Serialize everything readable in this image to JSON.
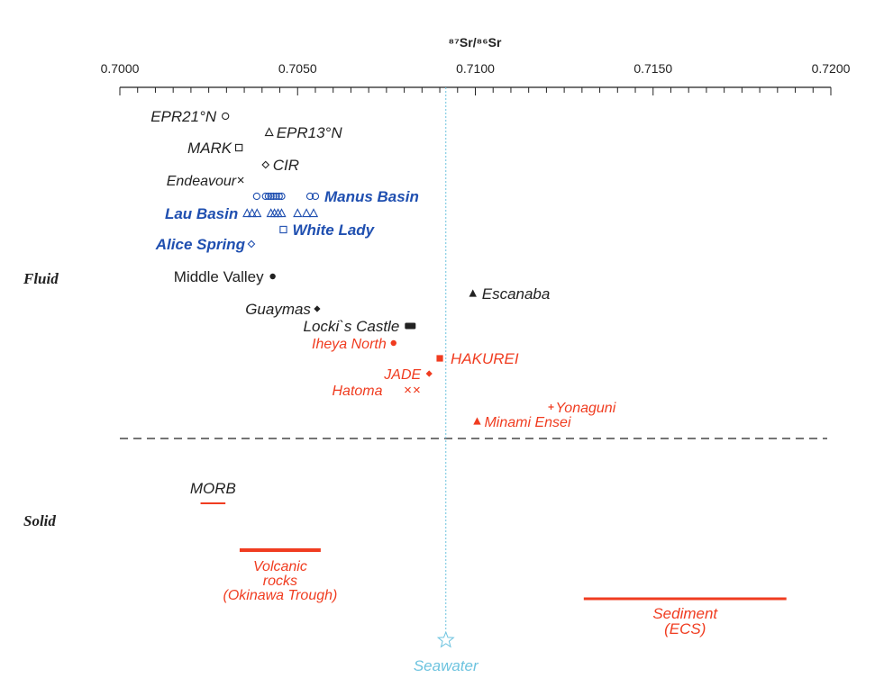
{
  "chart_data": {
    "type": "scatter",
    "title": "",
    "xlabel": "⁸⁷Sr/⁸⁶Sr",
    "xlim": [
      0.7,
      0.72
    ],
    "x_ticks": [
      0.7,
      0.705,
      0.71,
      0.715,
      0.72
    ],
    "x_tick_labels": [
      "0.7000",
      "0.7050",
      "0.7100",
      "0.7150",
      "0.7200"
    ],
    "section_labels": {
      "fluid": "Fluid",
      "solid": "Solid"
    },
    "colors": {
      "black": "#222222",
      "blue": "#1f4fb0",
      "red": "#f03c20",
      "seawater": "#6cc3df"
    },
    "seawater": {
      "x": 0.70917,
      "label": "Seawater"
    },
    "fluid_points": [
      {
        "label": "EPR21°N",
        "marker": "circle-open",
        "color": "black",
        "x": [
          0.70297
        ]
      },
      {
        "label": "EPR13°N",
        "marker": "triangle-open",
        "color": "black",
        "x": [
          0.7042
        ]
      },
      {
        "label": "MARK",
        "marker": "square-open",
        "color": "black",
        "x": [
          0.70335
        ]
      },
      {
        "label": "CIR",
        "marker": "diamond-open",
        "color": "black",
        "x": [
          0.7041
        ]
      },
      {
        "label": "Endeavour",
        "marker": "cross",
        "color": "black",
        "x": [
          0.7034
        ]
      },
      {
        "label": "Manus Basin",
        "marker": "circle-open",
        "color": "blue",
        "x": [
          0.70385,
          0.7041,
          0.70418,
          0.70425,
          0.70432,
          0.7044,
          0.70448,
          0.70455,
          0.70535,
          0.7055
        ]
      },
      {
        "label": "Lau Basin",
        "marker": "triangle-open",
        "color": "blue",
        "x": [
          0.70358,
          0.70372,
          0.70386,
          0.70425,
          0.70435,
          0.70445,
          0.70455,
          0.705,
          0.70525,
          0.70545
        ]
      },
      {
        "label": "White Lady",
        "marker": "square-open",
        "color": "blue",
        "x": [
          0.7046
        ]
      },
      {
        "label": "Alice Spring",
        "marker": "diamond-open",
        "color": "blue",
        "x": [
          0.7037
        ]
      },
      {
        "label": "Middle Valley",
        "marker": "circle",
        "color": "black",
        "x": [
          0.7043
        ]
      },
      {
        "label": "Escanaba",
        "marker": "triangle",
        "color": "black",
        "x": [
          0.70993
        ]
      },
      {
        "label": "Guaymas",
        "marker": "diamond",
        "color": "black",
        "x": [
          0.70555
        ]
      },
      {
        "label": "Locki`s Castle",
        "marker": "rect-wide",
        "color": "black",
        "x": [
          0.70817
        ]
      },
      {
        "label": "Iheya North",
        "marker": "circle",
        "color": "red",
        "x": [
          0.7077
        ]
      },
      {
        "label": "HAKUREI",
        "marker": "square",
        "color": "red",
        "x": [
          0.709
        ]
      },
      {
        "label": "JADE",
        "marker": "diamond",
        "color": "red",
        "x": [
          0.7087
        ]
      },
      {
        "label": "Hatoma",
        "marker": "cross",
        "color": "red",
        "x": [
          0.7081,
          0.70835
        ]
      },
      {
        "label": "Yonaguni",
        "marker": "plus",
        "color": "red",
        "x": [
          0.71213
        ]
      },
      {
        "label": "Minami Ensei",
        "marker": "triangle",
        "color": "red",
        "x": [
          0.71005
        ]
      }
    ],
    "solid_ranges": [
      {
        "label": "MORB",
        "label_lines": [
          "MORB"
        ],
        "x": [
          0.70227,
          0.70297
        ],
        "color": "red",
        "label_color": "black"
      },
      {
        "label": "Volcanic rocks (Okinawa Trough)",
        "label_lines": [
          "Volcanic",
          "rocks",
          "(Okinawa Trough)"
        ],
        "x": [
          0.70337,
          0.70565
        ],
        "color": "red",
        "label_color": "red"
      },
      {
        "label": "Sediment (ECS)",
        "label_lines": [
          "Sediment",
          "(ECS)"
        ],
        "x": [
          0.71305,
          0.71875
        ],
        "color": "red",
        "label_color": "red"
      }
    ]
  }
}
